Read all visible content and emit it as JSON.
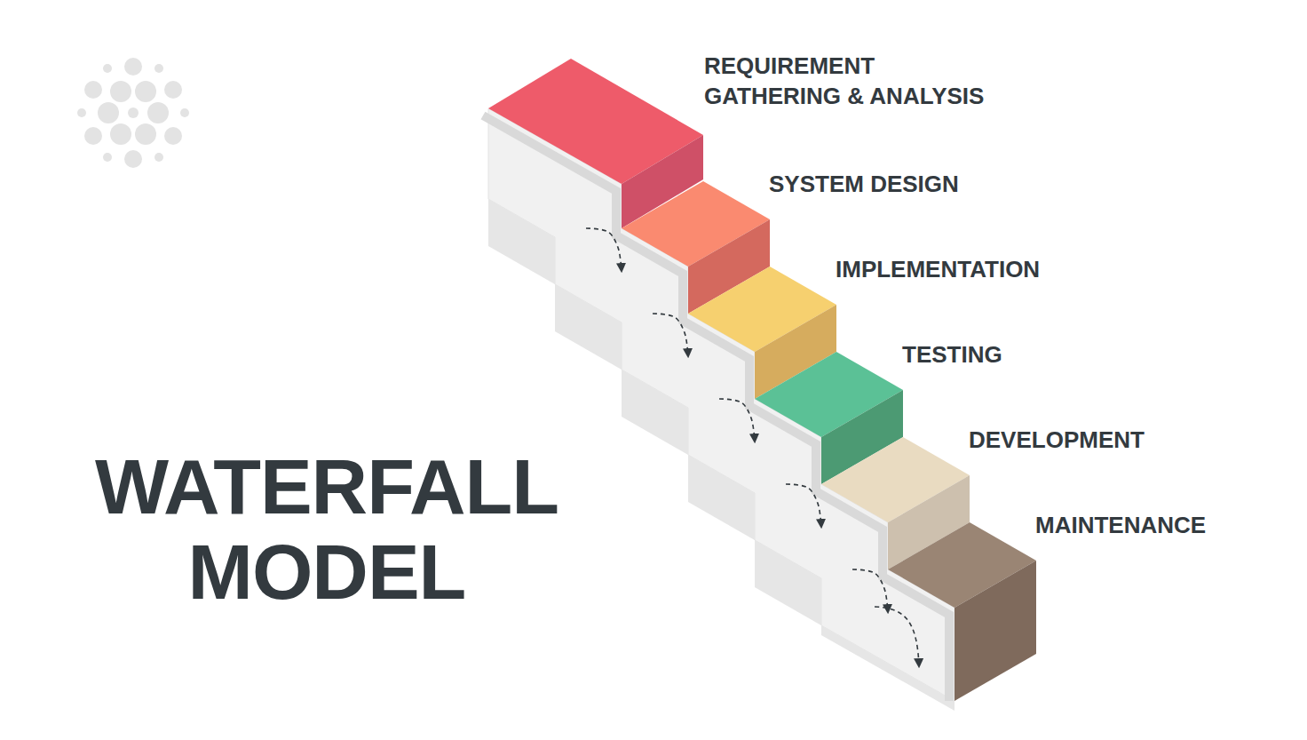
{
  "diagram": {
    "title": "WATERFALL MODEL",
    "nodes": [
      {
        "text": [
          "REQUIREMENT GATHERING & ANALYSIS"
        ]
      },
      {
        "text": [
          "SYSTEM DESIGN"
        ]
      },
      {
        "text": [
          "IMPLEMENTATION"
        ]
      },
      {
        "text": [
          "TESTING"
        ]
      },
      {
        "text": [
          "DEVELOPMENT"
        ]
      },
      {
        "text": [
          "MAINTENANCE"
        ]
      }
    ],
    "edges": [
      {
        "from": 0,
        "to": 1,
        "arrow": "to"
      },
      {
        "from": 1,
        "to": 2,
        "arrow": "to"
      },
      {
        "from": 2,
        "to": 3,
        "arrow": "to"
      },
      {
        "from": 3,
        "to": 4,
        "arrow": "to"
      },
      {
        "from": 4,
        "to": 5,
        "arrow": "to"
      }
    ]
  }
}
